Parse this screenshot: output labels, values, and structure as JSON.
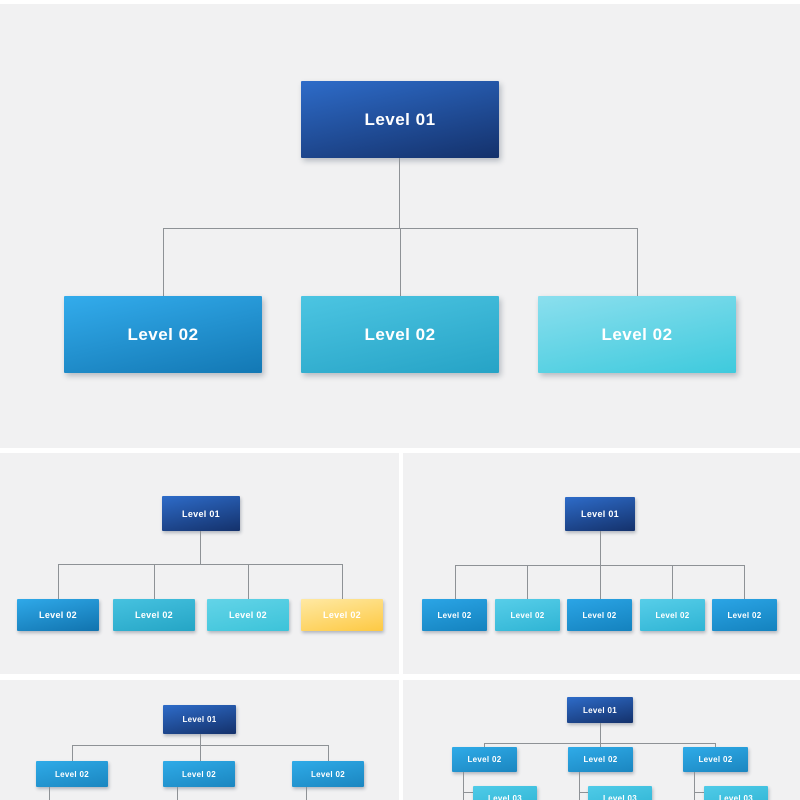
{
  "colors": {
    "page_background": "#ffffff",
    "panel_background": "#f1f1f2",
    "connector_line": "#8e9296",
    "node_text": "#ffffff"
  },
  "main_chart": {
    "root": {
      "label": "Level 01",
      "gradient": [
        "#2E6CC9",
        "#14316B"
      ]
    },
    "children": [
      {
        "label": "Level 02",
        "gradient": [
          "#33ACEC",
          "#1378B4"
        ]
      },
      {
        "label": "Level 02",
        "gradient": [
          "#4CC5E2",
          "#26A3C6"
        ]
      },
      {
        "label": "Level 02",
        "gradient": [
          "#8BDFEE",
          "#3ECADD"
        ]
      }
    ]
  },
  "variant_four_children": {
    "root": {
      "label": "Level 01",
      "gradient": [
        "#2E6CC9",
        "#14316B"
      ]
    },
    "children": [
      {
        "label": "Level 02",
        "gradient": [
          "#2FA9E9",
          "#1173AE"
        ]
      },
      {
        "label": "Level 02",
        "gradient": [
          "#46C2E0",
          "#25A5C5"
        ]
      },
      {
        "label": "Level 02",
        "gradient": [
          "#63D4E8",
          "#3CC3D9"
        ]
      },
      {
        "label": "Level 02",
        "gradient": [
          "#FFE9A3",
          "#FDC943"
        ]
      }
    ]
  },
  "variant_five_children": {
    "root": {
      "label": "Level 01",
      "gradient": [
        "#2E6CC9",
        "#14316B"
      ]
    },
    "children": [
      {
        "label": "Level 02",
        "gradient": [
          "#2BA5E6",
          "#1482BE"
        ]
      },
      {
        "label": "Level 02",
        "gradient": [
          "#57CEE9",
          "#2FB4D4"
        ]
      },
      {
        "label": "Level 02",
        "gradient": [
          "#2BA5E6",
          "#1482BE"
        ]
      },
      {
        "label": "Level 02",
        "gradient": [
          "#57CEE9",
          "#2FB4D4"
        ]
      },
      {
        "label": "Level 02",
        "gradient": [
          "#2BA5E6",
          "#1482BE"
        ]
      }
    ]
  },
  "variant_three_levels_left": {
    "root": {
      "label": "Level 01",
      "gradient": [
        "#2E6CC9",
        "#14316B"
      ]
    },
    "children": [
      {
        "label": "Level 02",
        "gradient": [
          "#2FABE8",
          "#1B86C0"
        ]
      },
      {
        "label": "Level 02",
        "gradient": [
          "#2FABE8",
          "#1B86C0"
        ]
      },
      {
        "label": "Level 02",
        "gradient": [
          "#2FABE8",
          "#1B86C0"
        ]
      }
    ]
  },
  "variant_three_levels_right": {
    "root": {
      "label": "Level 01",
      "gradient": [
        "#2E6CC9",
        "#14316B"
      ]
    },
    "children": [
      {
        "label": "Level 02",
        "gradient": [
          "#2FABE8",
          "#1B86C0"
        ]
      },
      {
        "label": "Level 02",
        "gradient": [
          "#2FABE8",
          "#1B86C0"
        ]
      },
      {
        "label": "Level 02",
        "gradient": [
          "#2FABE8",
          "#1B86C0"
        ]
      }
    ],
    "grandchildren": [
      {
        "label": "Level 03",
        "gradient": [
          "#4FCBE8",
          "#2FB4D4"
        ]
      },
      {
        "label": "Level 03",
        "gradient": [
          "#4FCBE8",
          "#2FB4D4"
        ]
      },
      {
        "label": "Level 03",
        "gradient": [
          "#4FCBE8",
          "#2FB4D4"
        ]
      }
    ]
  }
}
